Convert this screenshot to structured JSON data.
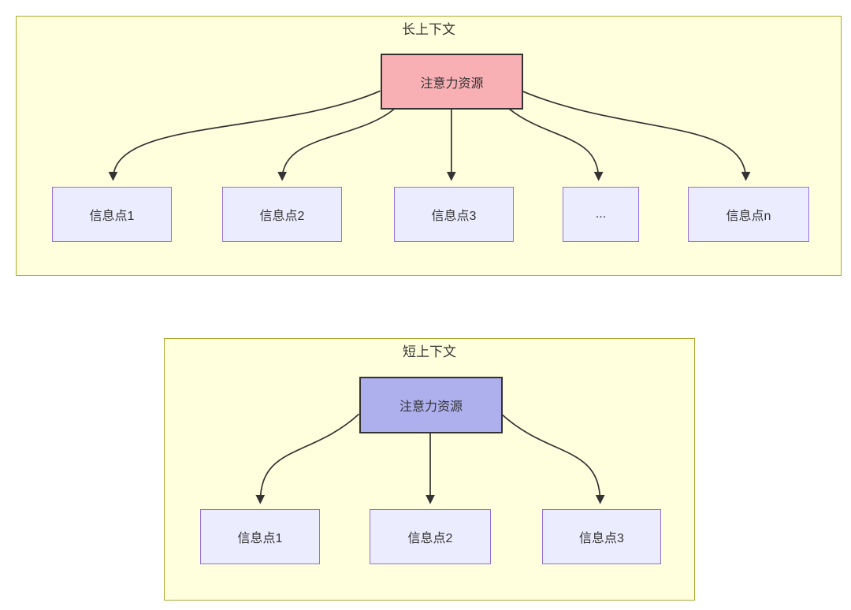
{
  "colors": {
    "page_bg": "#ffffff",
    "cluster_bg": "#ffffde",
    "cluster_border": "#aaaa33",
    "node_bg": "#ececff",
    "node_border": "#9370db",
    "root_long_bg": "#f8b0b4",
    "root_short_bg": "#aeb0ee",
    "root_border": "#333333",
    "edge_color": "#333333",
    "text_color": "#333333"
  },
  "clusters": [
    {
      "title": "长上下文",
      "root_label": "注意力资源",
      "children": [
        "信息点1",
        "信息点2",
        "信息点3",
        "...",
        "信息点n"
      ]
    },
    {
      "title": "短上下文",
      "root_label": "注意力资源",
      "children": [
        "信息点1",
        "信息点2",
        "信息点3"
      ]
    }
  ]
}
